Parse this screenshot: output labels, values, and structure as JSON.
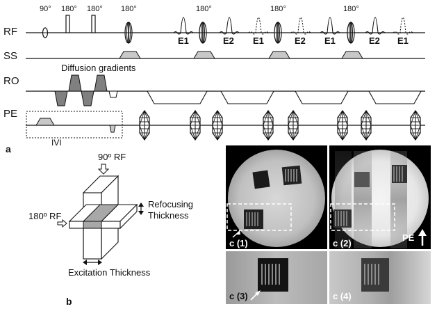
{
  "panel_a": {
    "letter": "a",
    "rows": {
      "rf": "RF",
      "ss": "SS",
      "ro": "RO",
      "pe": "PE"
    },
    "rf_angles": [
      "90°",
      "180°",
      "180°",
      "180°",
      "180°",
      "180°",
      "180°"
    ],
    "echo_labels": [
      "E1",
      "E2",
      "E1",
      "E2",
      "E1",
      "E2",
      "E1"
    ],
    "diffusion_label": "Diffusion gradients",
    "ivi_label": "IVI"
  },
  "panel_b": {
    "letter": "b",
    "rf90_label": "90º RF",
    "rf180_label": "180º RF",
    "refocusing_label_line1": "Refocusing",
    "refocusing_label_line2": "Thickness",
    "excitation_label": "Excitation Thickness"
  },
  "panel_c": {
    "labels": [
      "c (1)",
      "c (2)",
      "c (3)",
      "c (4)"
    ],
    "pe_label": "PE"
  }
}
